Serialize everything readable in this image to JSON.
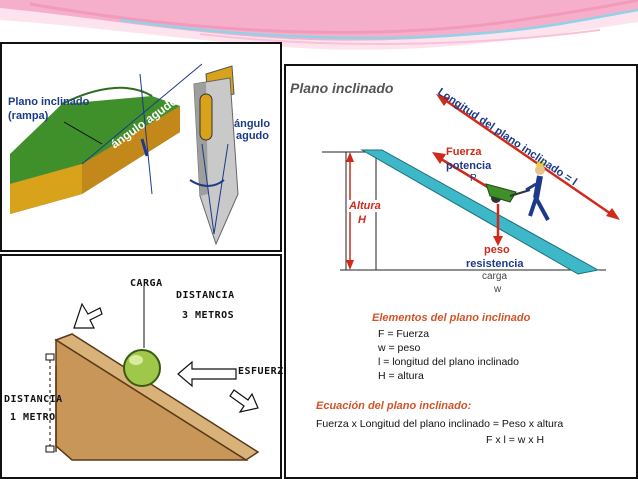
{
  "top_left": {
    "label_plano": "Plano inclinado",
    "label_rampa": "(rampa)",
    "label_angulo_ramp": "ángulo agudo",
    "label_angulo_wedge_1": "ángulo",
    "label_angulo_wedge_2": "agudo"
  },
  "bottom_left": {
    "carga": "CARGA",
    "distancia_top_1": "DISTANCIA",
    "distancia_top_2": "3 METROS",
    "esfuerzo": "ESFUERZ",
    "distancia_left_1": "DISTANCIA",
    "distancia_left_2": "1 METRO"
  },
  "right": {
    "title": "Plano inclinado",
    "longitud": "Longitud del plano inclinado = l",
    "fuerza": "Fuerza",
    "potencia": "potencia",
    "p": "P",
    "altura": "Altura",
    "h": "H",
    "peso": "peso",
    "resistencia": "resistencia",
    "carga": "carga",
    "w": "w",
    "elementos_title": "Elementos del plano inclinado",
    "elementos": [
      "F = Fuerza",
      "w = peso",
      "l = longitud del plano inclinado",
      "H = altura"
    ],
    "ecuacion_title": "Ecuación del plano inclinado:",
    "ecuacion_1": "Fuerza x Longitud del plano inclinado = Peso x altura",
    "ecuacion_2": "F x l = w x H"
  },
  "colors": {
    "header_pink": "#f4a6c4",
    "header_blue": "#8fd3e8",
    "ramp_cyan": "#3cb8c8",
    "ramp_green": "#3f8f2a",
    "ramp_orange": "#d9a21b",
    "red": "#d12a1a",
    "blue_text": "#1d3a8a"
  }
}
